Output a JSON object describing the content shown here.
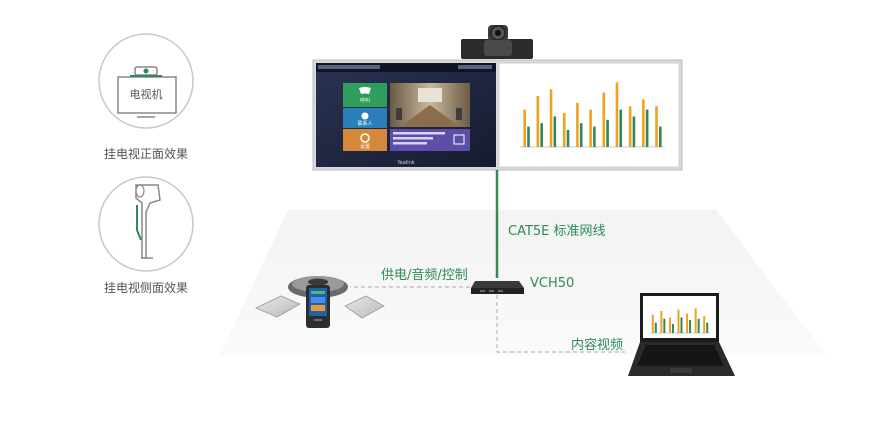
{
  "side_views": [
    {
      "title": "电视机",
      "caption": "挂电视正面效果"
    },
    {
      "caption": "挂电视侧面效果"
    }
  ],
  "labels": {
    "cable": "CAT5E 标准网线",
    "power": "供电/音频/控制",
    "hub": "VCH50",
    "content": "内容视频"
  },
  "screen": {
    "brand": "Yealink",
    "tile_call": "呼叫",
    "tile_contacts": "联系人",
    "tile_settings": "设置"
  },
  "colors": {
    "green": "#2e8a57",
    "orange": "#f0a21f",
    "panel_dark": "#1d2340",
    "circle_stroke": "#c8c8c8"
  }
}
